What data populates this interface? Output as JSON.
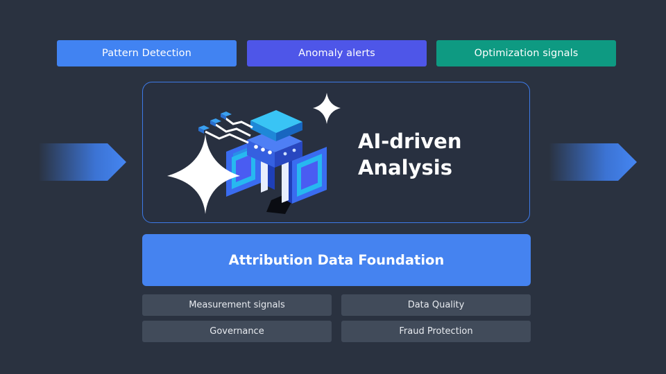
{
  "signals": [
    {
      "label": "Pattern Detection",
      "color": "#4183f2"
    },
    {
      "label": "Anomaly alerts",
      "color": "#4e56e8"
    },
    {
      "label": "Optimization signals",
      "color": "#0e9a82"
    }
  ],
  "core": {
    "title_line1": "AI-driven",
    "title_line2": "Analysis",
    "icon": "ai-server-cube-icon"
  },
  "foundation": {
    "title": "Attribution Data Foundation",
    "items": [
      "Measurement signals",
      "Data Quality",
      "Governance",
      "Fraud Protection"
    ]
  },
  "colors": {
    "background": "#2a3240",
    "accent": "#4583f0",
    "subcard": "#414b5a"
  }
}
